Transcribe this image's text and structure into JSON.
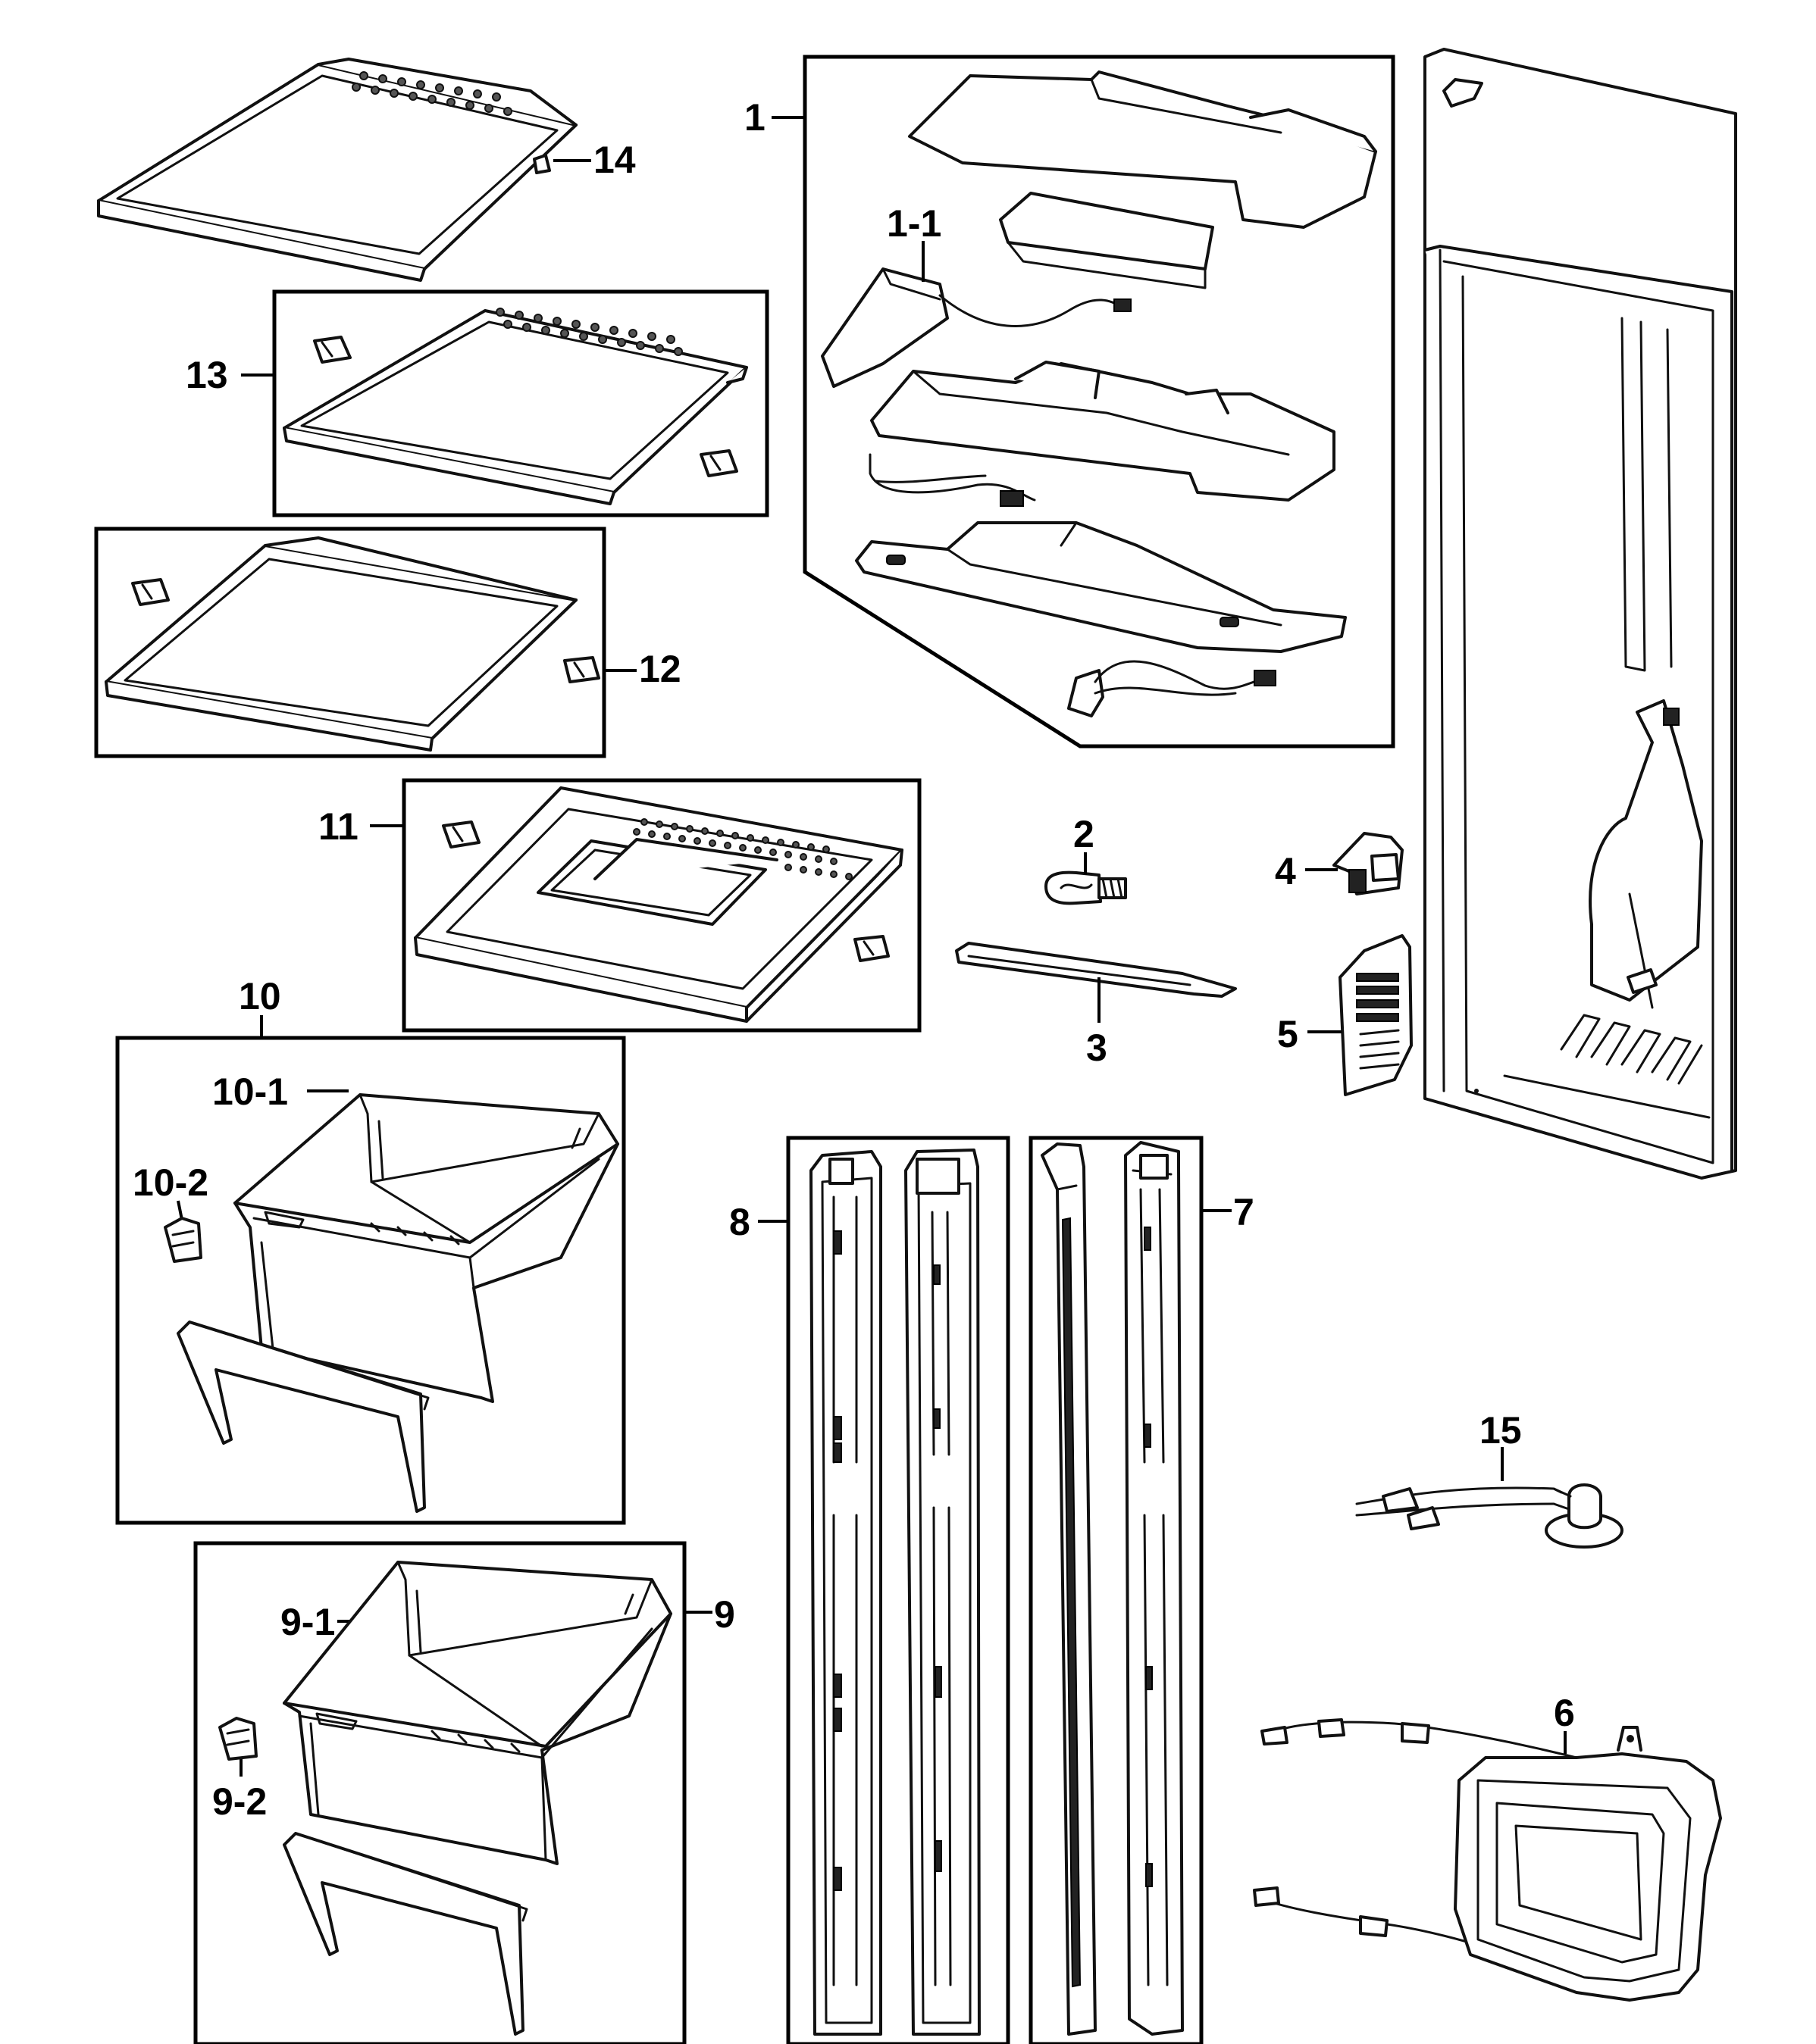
{
  "callouts": {
    "c1": "1",
    "c1_1": "1-1",
    "c2": "2",
    "c3": "3",
    "c4": "4",
    "c5": "5",
    "c6": "6",
    "c7": "7",
    "c8": "8",
    "c9": "9",
    "c9_1": "9-1",
    "c9_2": "9-2",
    "c10": "10",
    "c10_1": "10-1",
    "c10_2": "10-2",
    "c11": "11",
    "c12": "12",
    "c13": "13",
    "c14": "14",
    "c15": "15"
  }
}
